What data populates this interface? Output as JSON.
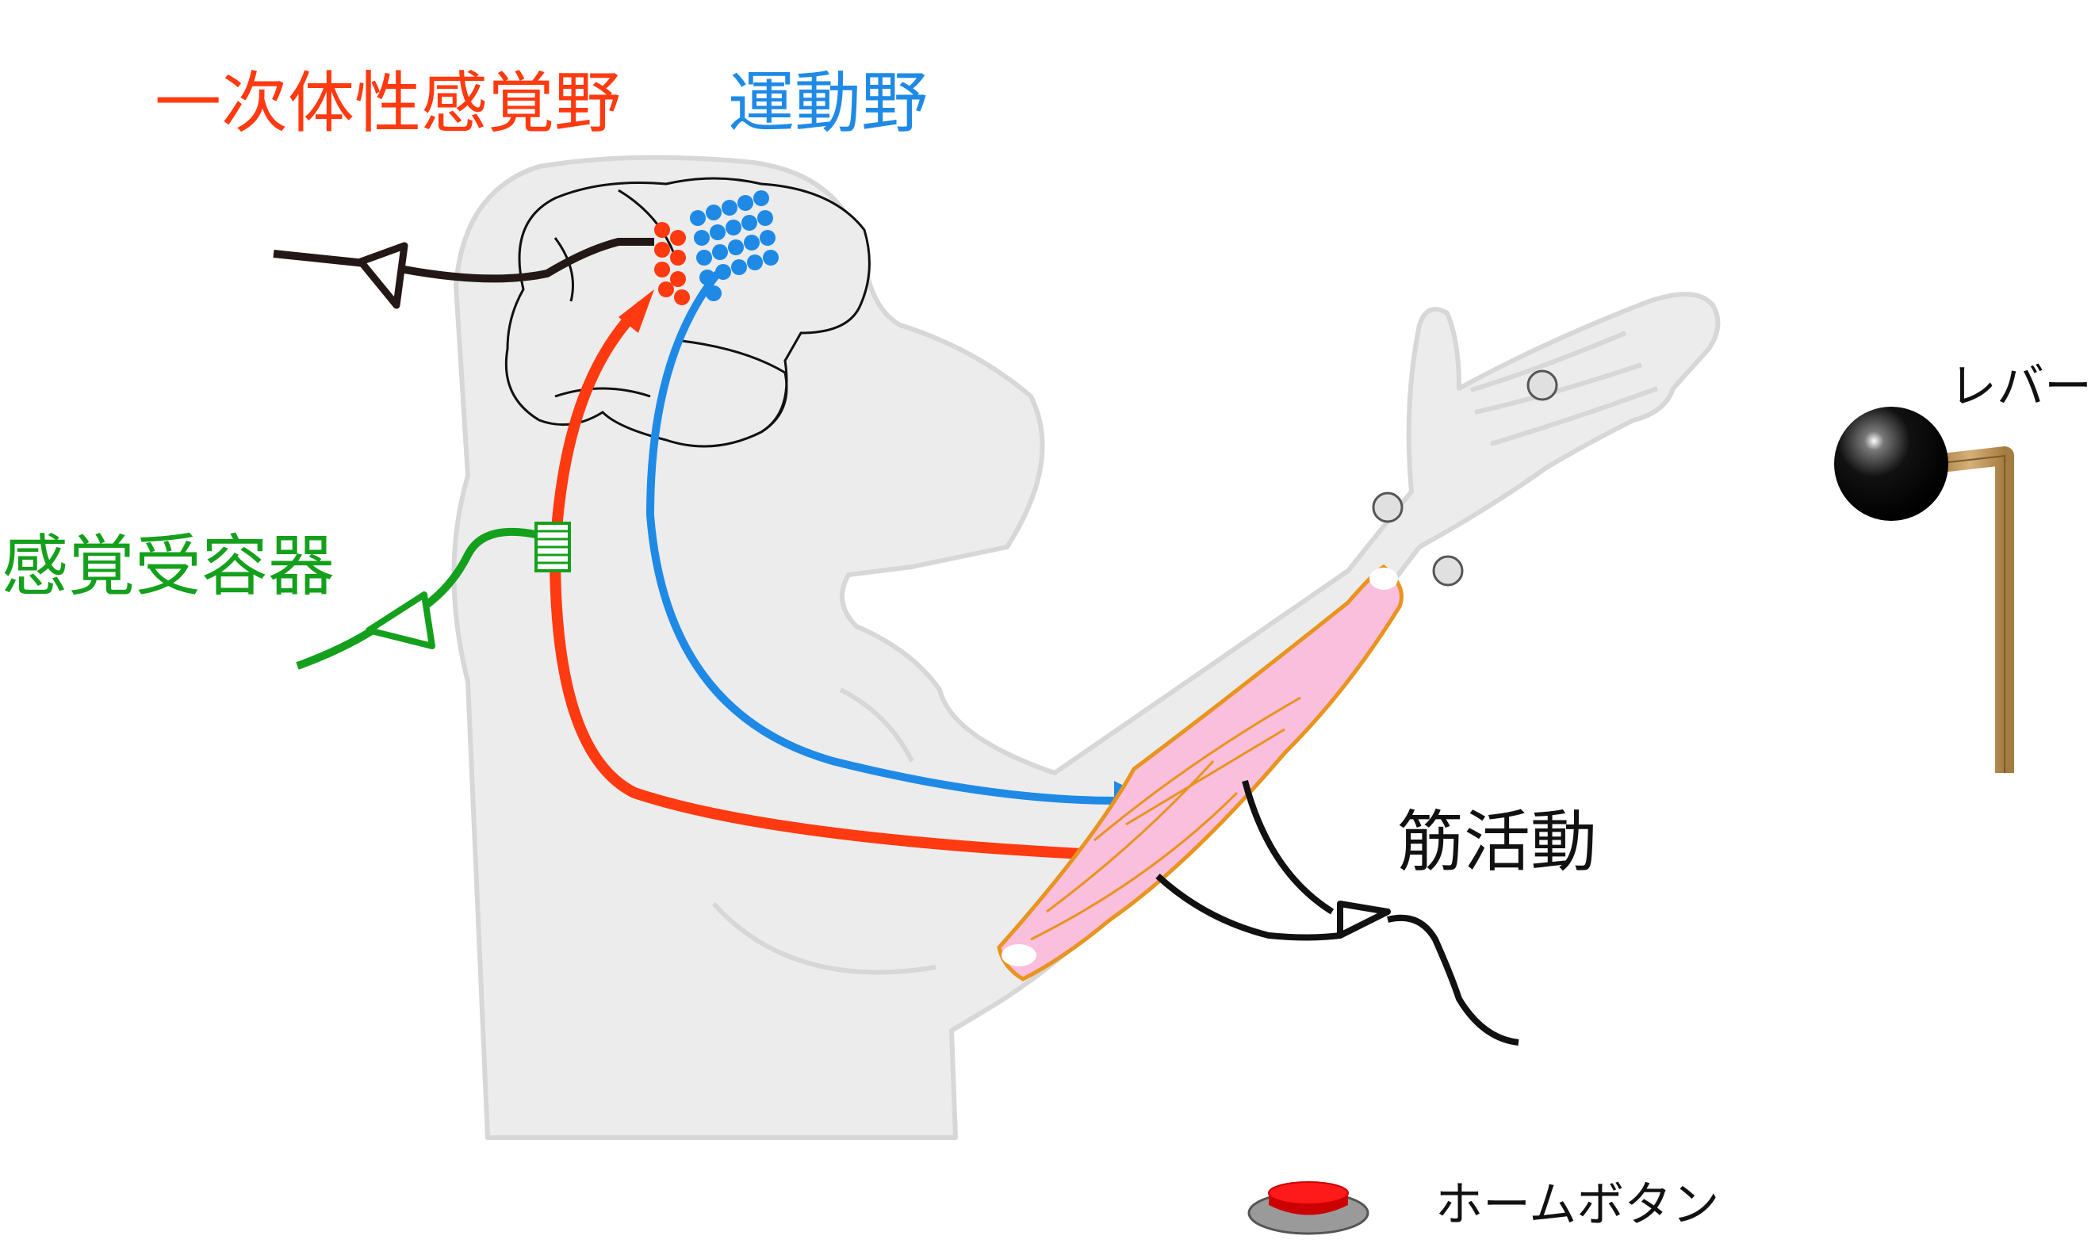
{
  "labels": {
    "primary_somatosensory_cortex": "一次体性感覚野",
    "motor_cortex": "運動野",
    "sensory_receptor": "感覚受容器",
    "muscle_activity": "筋活動",
    "lever": "レバー",
    "home_button": "ホームボタン"
  },
  "colors": {
    "sensory_cortex": "#ff3a10",
    "motor_cortex": "#1f8ae6",
    "receptor": "#14a01c",
    "body_fill": "#ececec",
    "body_outline": "#d7d7d7",
    "muscle_fill": "#f9bfdc",
    "muscle_outline": "#e8941e",
    "lever_rod": "#c49a5c",
    "button_red": "#ff1a1a",
    "ink": "#111111"
  },
  "icons": {
    "recording_electrode": "open-triangle-electrode-icon",
    "marker": "reflective-marker-icon",
    "lever_knob": "black-ball-knob-icon",
    "home_button": "red-push-button-icon"
  }
}
